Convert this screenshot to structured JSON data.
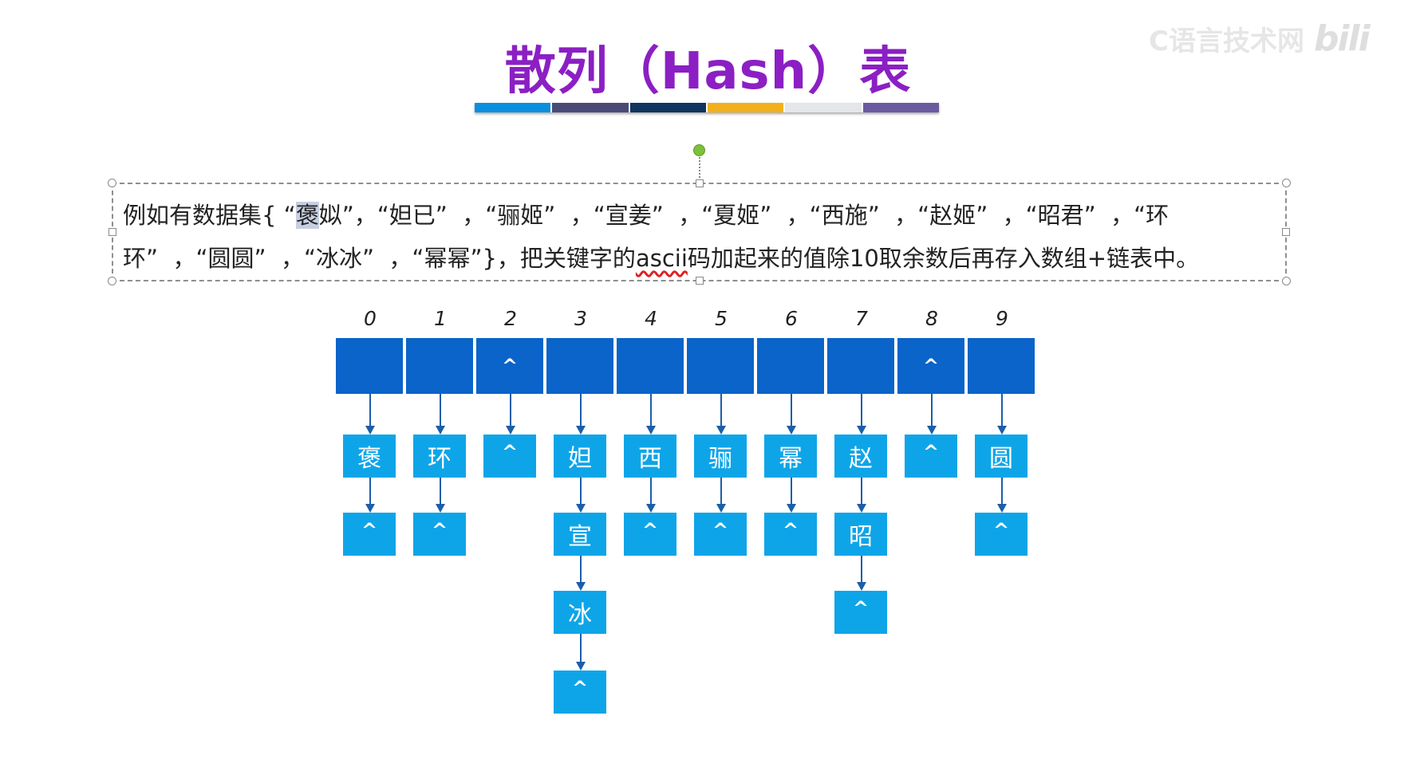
{
  "slide": {
    "title": "散列（Hash）表",
    "title_color": "#8b1fc4",
    "colorbar": [
      "#0a8fe0",
      "#4a4a78",
      "#10355e",
      "#f2b01c",
      "#e4e6ea",
      "#6a5aa0"
    ],
    "watermark_text": "C语言技术网",
    "watermark_logo": "bili"
  },
  "paragraph": {
    "line1_pre": "例如有数据集{ “",
    "line1_hl": "褒",
    "line1_post": "姒”，“妲已”  ，“骊姬”  ，“宣姜”  ，“夏姬”  ，“西施”  ，“赵姬”  ，“昭君”  ，“环",
    "line2_pre": "环”  ，“圆圆”  ，“冰冰”  ，“幂幂”}，把关键字的",
    "line2_squig": "ascii",
    "line2_post": "码加起来的值除10取余数后再存入数组+链表中。"
  },
  "hash_table": {
    "indices": [
      "0",
      "1",
      "2",
      "3",
      "4",
      "5",
      "6",
      "7",
      "8",
      "9"
    ],
    "cells": [
      "",
      "",
      "^",
      "",
      "",
      "",
      "",
      "",
      "^",
      ""
    ],
    "chains": [
      [
        "褒",
        "^"
      ],
      [
        "环",
        "^"
      ],
      [
        "^"
      ],
      [
        "妲",
        "宣",
        "冰",
        "^"
      ],
      [
        "西",
        "^"
      ],
      [
        "骊",
        "^"
      ],
      [
        "幂",
        "^"
      ],
      [
        "赵",
        "昭",
        "^"
      ],
      [
        "^"
      ],
      [
        "圆",
        "^"
      ]
    ],
    "cell_color": "#0a64c9",
    "node_color": "#0ea5e8",
    "arrow_color": "#1d5ea8"
  }
}
